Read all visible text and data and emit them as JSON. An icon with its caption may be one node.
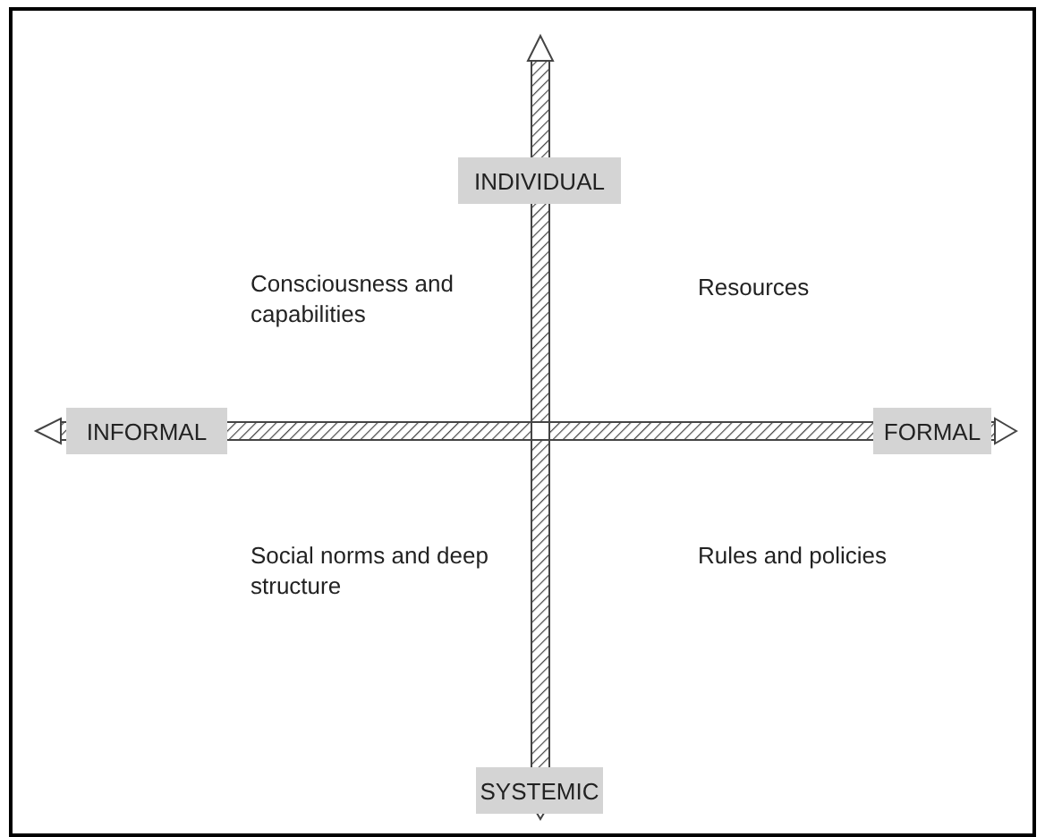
{
  "diagram": {
    "nodes": [
      {
        "text": [
          "INDIVIDUAL"
        ]
      },
      {
        "text": [
          "INFORMAL"
        ]
      },
      {
        "text": [
          "FORMAL"
        ]
      },
      {
        "text": [
          "SYSTEMIC"
        ]
      }
    ],
    "labels": [
      "Consciousness and capabilities",
      "Resources",
      "Social norms and deep structure",
      "Rules and policies"
    ]
  }
}
